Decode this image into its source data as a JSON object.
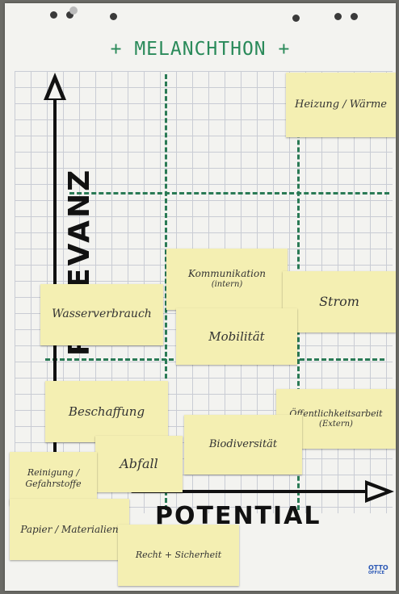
{
  "title": "+ MELANCHTHON +",
  "axes": {
    "y_label": "RELEVANZ",
    "x_label": "POTENTIAL"
  },
  "notes": [
    {
      "id": "heizung",
      "text": "Heizung / Wärme"
    },
    {
      "id": "kommunikation",
      "text": "Kommunikation",
      "sub": "(intern)"
    },
    {
      "id": "strom",
      "text": "Strom"
    },
    {
      "id": "wasser",
      "text": "Wasserverbrauch"
    },
    {
      "id": "mobilitaet",
      "text": "Mobilität"
    },
    {
      "id": "beschaffung",
      "text": "Beschaffung"
    },
    {
      "id": "oeffentlichkeit",
      "text": "Öffentlichkeitsarbeit",
      "sub": "(Extern)"
    },
    {
      "id": "biodiv",
      "text": "Biodiversität"
    },
    {
      "id": "abfall",
      "text": "Abfall"
    },
    {
      "id": "reinigung",
      "text": "Reinigung / Gefahrstoffe"
    },
    {
      "id": "papier",
      "text": "Papier / Materialien"
    },
    {
      "id": "recht",
      "text": "Recht + Sicherheit"
    }
  ],
  "logo": {
    "line1": "OTTO",
    "line2": "OFFICE"
  },
  "colors": {
    "note": "#f4efb2",
    "title_green": "#2a8a5a",
    "dashed_green": "#2a7a55",
    "grid": "#c9ccd4",
    "ink": "#111111"
  }
}
